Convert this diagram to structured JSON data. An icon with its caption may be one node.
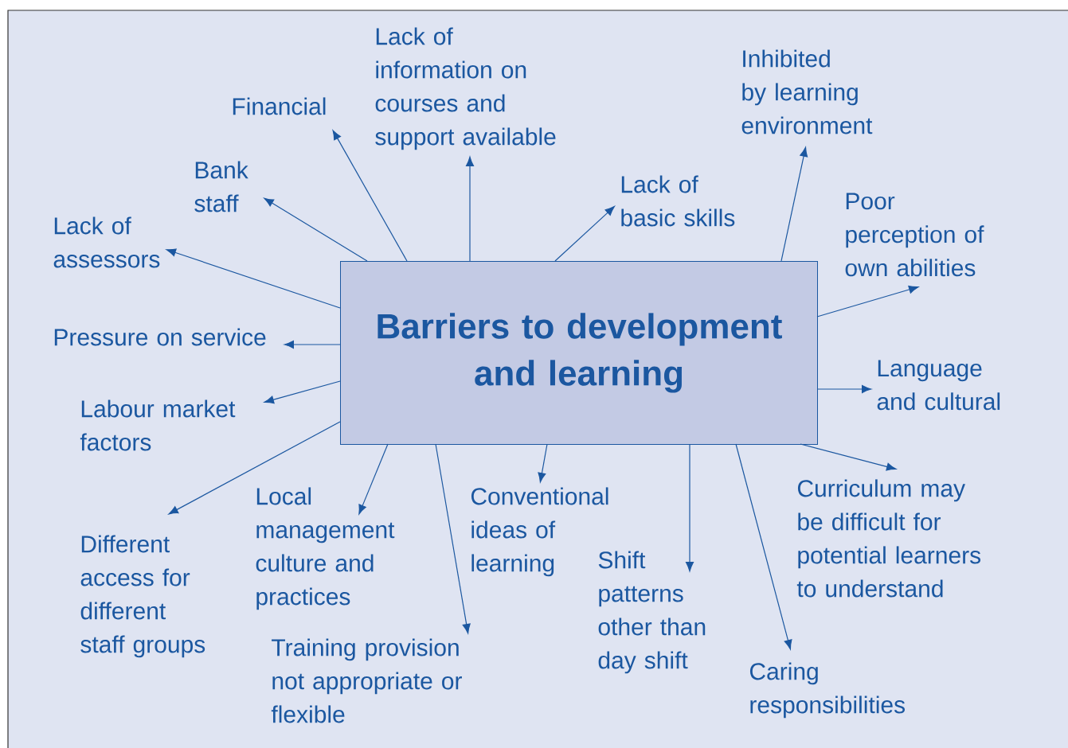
{
  "diagram": {
    "nodes": [
      {
        "text": [
          "Barriers to development and learning"
        ]
      },
      {
        "text": [
          "Lack of information on courses and support available"
        ]
      },
      {
        "text": [
          "Financial"
        ]
      },
      {
        "text": [
          "Bank staff"
        ]
      },
      {
        "text": [
          "Lack of assessors"
        ]
      },
      {
        "text": [
          "Pressure on service"
        ]
      },
      {
        "text": [
          "Labour market factors"
        ]
      },
      {
        "text": [
          "Different access for different staff groups"
        ]
      },
      {
        "text": [
          "Local management culture and practices"
        ]
      },
      {
        "text": [
          "Training provision not appropriate or flexible"
        ]
      },
      {
        "text": [
          "Conventional ideas of learning"
        ]
      },
      {
        "text": [
          "Shift patterns other than day shift"
        ]
      },
      {
        "text": [
          "Caring responsibilities"
        ]
      },
      {
        "text": [
          "Curriculum may be difficult for potential learners to understand"
        ]
      },
      {
        "text": [
          "Language and cultural"
        ]
      },
      {
        "text": [
          "Poor perception of own abilities"
        ]
      },
      {
        "text": [
          "Lack of basic skills"
        ]
      },
      {
        "text": [
          "Inhibited by learning environment"
        ]
      }
    ],
    "edges": [
      {
        "from": 0,
        "to": 1,
        "arrow": "to"
      },
      {
        "from": 0,
        "to": 2,
        "arrow": "to"
      },
      {
        "from": 0,
        "to": 3,
        "arrow": "to"
      },
      {
        "from": 0,
        "to": 4,
        "arrow": "to"
      },
      {
        "from": 0,
        "to": 5,
        "arrow": "to"
      },
      {
        "from": 0,
        "to": 6,
        "arrow": "to"
      },
      {
        "from": 0,
        "to": 7,
        "arrow": "to"
      },
      {
        "from": 0,
        "to": 8,
        "arrow": "to"
      },
      {
        "from": 0,
        "to": 9,
        "arrow": "to"
      },
      {
        "from": 0,
        "to": 10,
        "arrow": "to"
      },
      {
        "from": 0,
        "to": 11,
        "arrow": "to"
      },
      {
        "from": 0,
        "to": 12,
        "arrow": "to"
      },
      {
        "from": 0,
        "to": 13,
        "arrow": "to"
      },
      {
        "from": 0,
        "to": 14,
        "arrow": "to"
      },
      {
        "from": 0,
        "to": 15,
        "arrow": "to"
      },
      {
        "from": 0,
        "to": 16,
        "arrow": "to"
      },
      {
        "from": 0,
        "to": 17,
        "arrow": "to"
      }
    ]
  }
}
